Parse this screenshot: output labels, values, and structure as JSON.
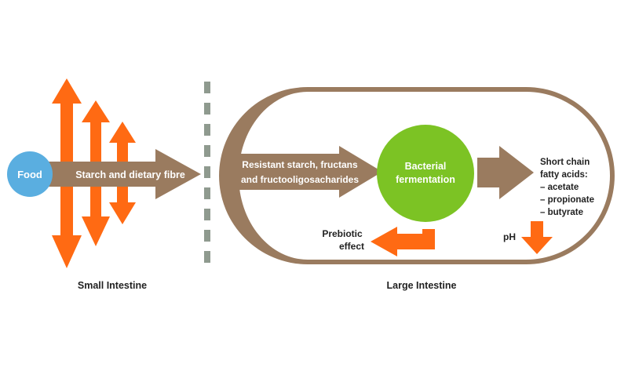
{
  "colors": {
    "brown": "#9a7b5f",
    "orange": "#ff6a13",
    "green": "#7cc324",
    "blue": "#5aaee0",
    "divider": "#8f9a8f",
    "text_dark": "#222222",
    "text_light": "#ffffff"
  },
  "food": {
    "label": "Food"
  },
  "small_intestine": {
    "arrow_label": "Starch and dietary fibre",
    "region_label": "Small Intestine"
  },
  "large_intestine": {
    "input_label_line1": "Resistant starch, fructans",
    "input_label_line2": "and fructooligosacharides",
    "fermentation_line1": "Bacterial",
    "fermentation_line2": "fermentation",
    "scfa_lines": [
      "Short chain",
      "fatty acids:",
      "– acetate",
      "– propionate",
      "– butyrate"
    ],
    "prebiotic_line1": "Prebiotic",
    "prebiotic_line2": "effect",
    "ph_label": "pH",
    "region_label": "Large Intestine"
  }
}
